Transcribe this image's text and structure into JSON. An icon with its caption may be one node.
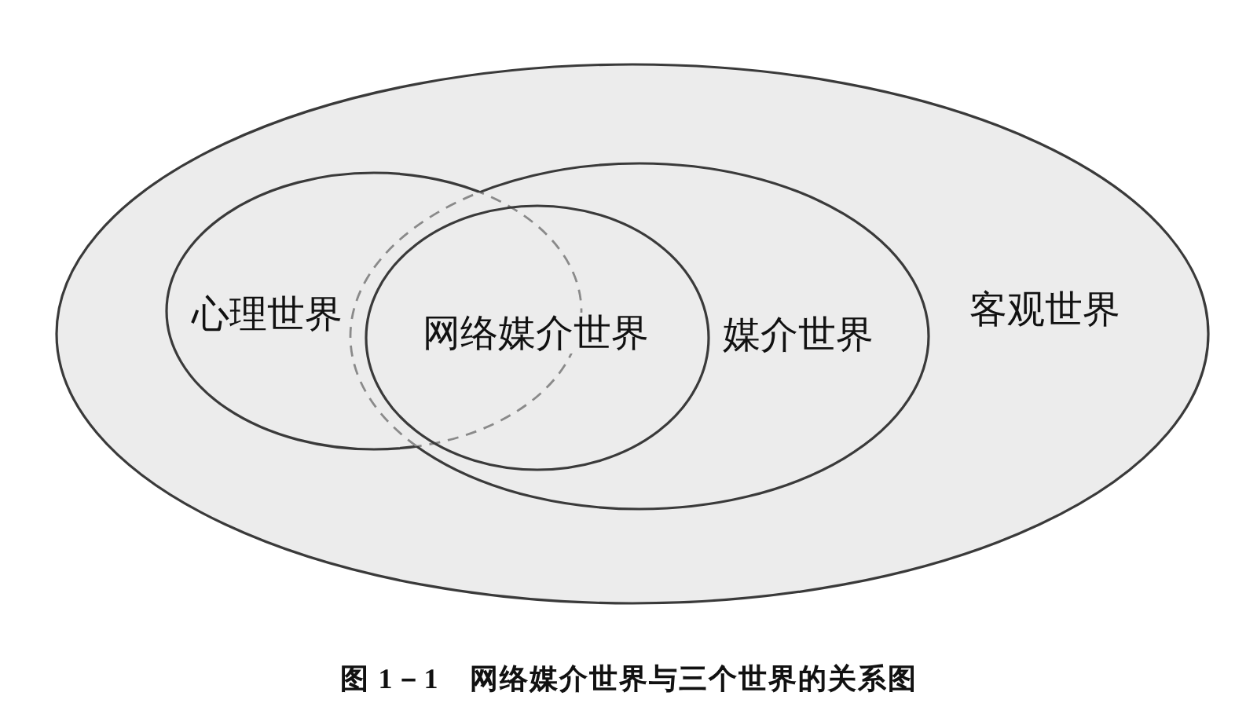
{
  "diagram": {
    "caption": "图 1－1　网络媒介世界与三个世界的关系图",
    "nodes": [
      {
        "text": [
          "客观世界"
        ]
      },
      {
        "text": [
          "心理世界"
        ],
        "in": 0
      },
      {
        "text": [
          "媒介世界"
        ],
        "in": 0
      },
      {
        "text": [
          "网络媒介世界"
        ],
        "in": 2
      }
    ]
  }
}
